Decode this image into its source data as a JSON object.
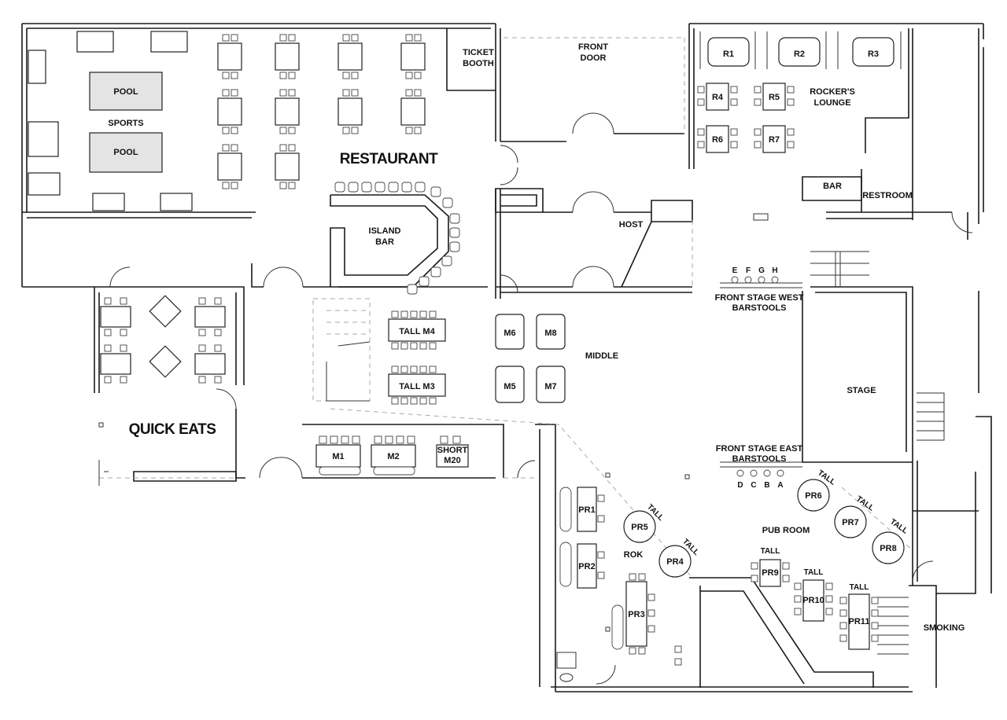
{
  "zones": {
    "restaurant": "RESTAURANT",
    "quick_eats": "QUICK EATS",
    "sports": "SPORTS",
    "pool_1": "POOL",
    "pool_2": "POOL",
    "ticket_booth_line1": "TICKET",
    "ticket_booth_line2": "BOOTH",
    "front_door_line1": "FRONT",
    "front_door_line2": "DOOR",
    "rockers_lounge_line1": "ROCKER'S",
    "rockers_lounge_line2": "LOUNGE",
    "bar": "BAR",
    "restroom": "RESTROOM",
    "island_bar_line1": "ISLAND",
    "island_bar_line2": "BAR",
    "host": "HOST",
    "middle": "MIDDLE",
    "stage": "STAGE",
    "front_stage_west_line1": "FRONT STAGE WEST",
    "front_stage_west_line2": "BARSTOOLS",
    "front_stage_east_line1": "FRONT STAGE EAST",
    "front_stage_east_line2": "BARSTOOLS",
    "pub_room": "PUB ROOM",
    "rok": "ROK",
    "smoking": "SMOKING"
  },
  "tables": {
    "r1": "R1",
    "r2": "R2",
    "r3": "R3",
    "r4": "R4",
    "r5": "R5",
    "r6": "R6",
    "r7": "R7",
    "tall_m4": "TALL M4",
    "tall_m3": "TALL M3",
    "m6": "M6",
    "m8": "M8",
    "m5": "M5",
    "m7": "M7",
    "m1": "M1",
    "m2": "M2",
    "m20_line1": "SHORT",
    "m20_line2": "M20",
    "pr1": "PR1",
    "pr2": "PR2",
    "pr3": "PR3",
    "pr4": "PR4",
    "pr5": "PR5",
    "pr6": "PR6",
    "pr7": "PR7",
    "pr8": "PR8",
    "pr9": "PR9",
    "pr10": "PR10",
    "pr11": "PR11"
  },
  "tall_tags": {
    "pr4": "TALL",
    "pr5": "TALL",
    "pr6": "TALL",
    "pr7": "TALL",
    "pr8": "TALL",
    "pr9": "TALL",
    "pr10": "TALL",
    "pr11": "TALL"
  },
  "barstools": {
    "west": [
      "E",
      "F",
      "G",
      "H"
    ],
    "east": [
      "D",
      "C",
      "B",
      "A"
    ]
  }
}
